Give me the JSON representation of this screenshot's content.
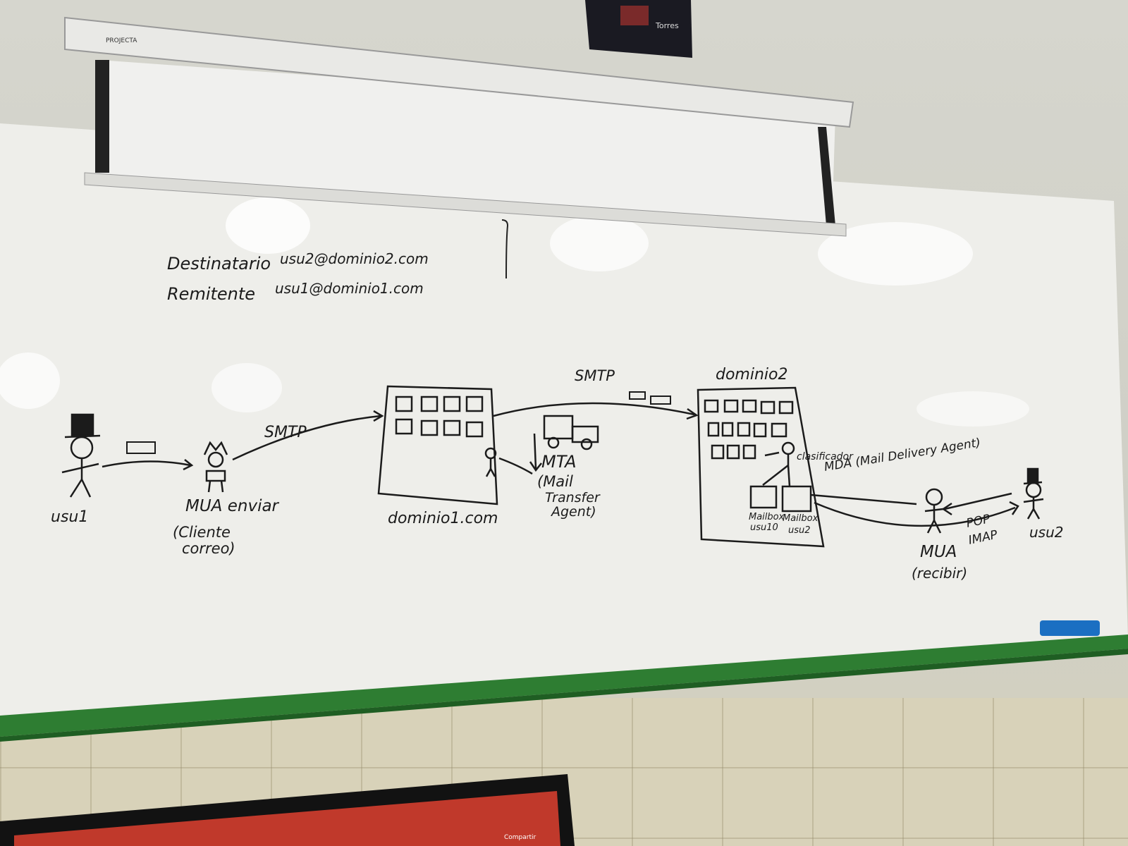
{
  "poster": {
    "text": "Torres"
  },
  "projector_screen": {
    "brand": "PROJECTA"
  },
  "whiteboard": {
    "header": {
      "recipient_label": "Destinatario",
      "recipient_value": "usu2@dominio2.com",
      "sender_label": "Remitente",
      "sender_value": "usu1@dominio1.com"
    },
    "left": {
      "user_label": "usu1",
      "mua_label": "MUA enviar",
      "mua_sub1": "(Cliente",
      "mua_sub2": "correo)",
      "smtp1": "SMTP"
    },
    "server1": {
      "label": "dominio1.com"
    },
    "mta": {
      "title": "MTA",
      "line1": "(Mail",
      "line2": "Transfer",
      "line3": "Agent)"
    },
    "smtp2": "SMTP",
    "server2": {
      "label": "dominio2",
      "clasificador": "clasificador",
      "mda": "MDA (Mail Delivery Agent)",
      "mailbox1_a": "Mailbox",
      "mailbox1_b": "usu10",
      "mailbox2_a": "Mailbox",
      "mailbox2_b": "usu2"
    },
    "right": {
      "pop": "POP",
      "imap": "IMAP",
      "user_label": "usu2",
      "mua_label": "MUA",
      "mua_sub": "(recibir)"
    }
  },
  "monitor": {
    "share_label": "Compartir"
  }
}
